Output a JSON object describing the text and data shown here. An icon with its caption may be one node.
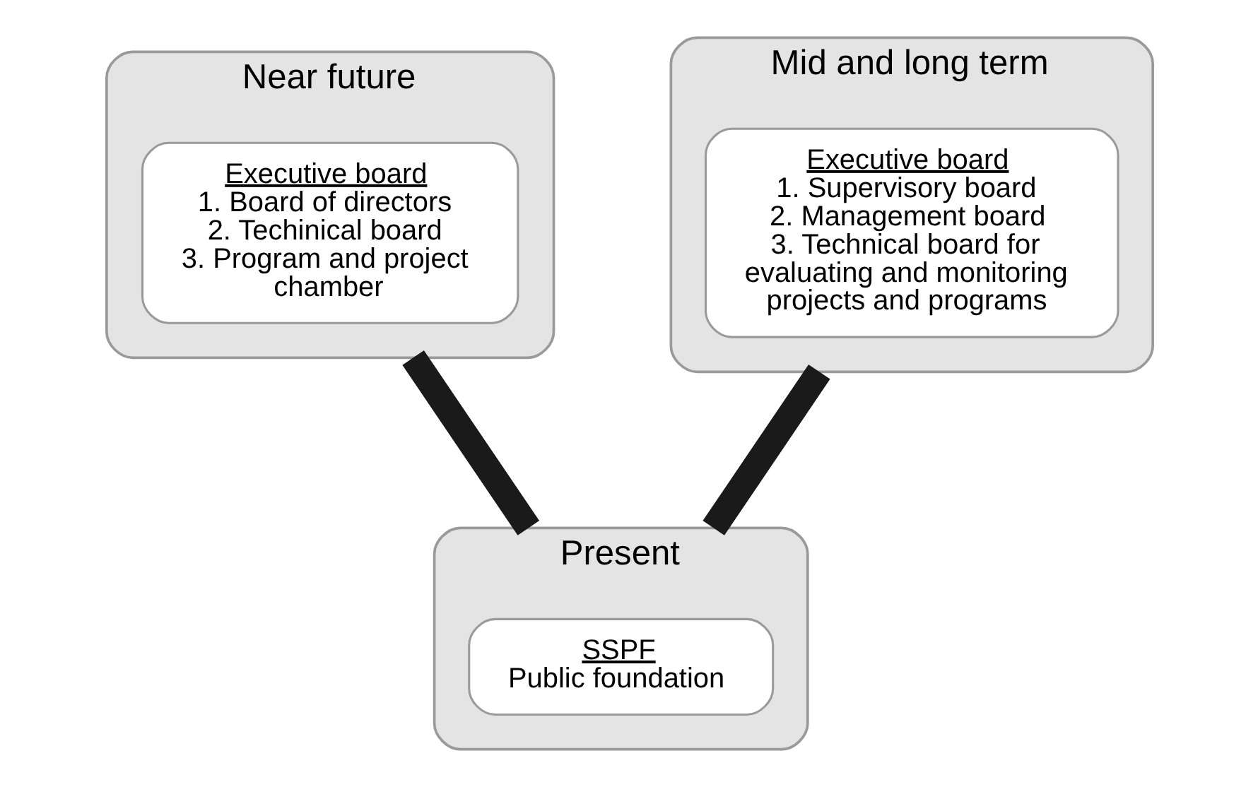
{
  "diagram": {
    "nodes": [
      {
        "text": [
          "Near future"
        ]
      },
      {
        "text": [
          "Executive board",
          "1. Board of directors",
          "2. Techinical board",
          "3. Program and project chamber"
        ],
        "in": 0
      },
      {
        "text": [
          "Mid and long term"
        ]
      },
      {
        "text": [
          "Executive board",
          "1. Supervisory board",
          "2. Management board",
          "3. Technical board for evaluating and monitoring projects and programs"
        ],
        "in": 2
      },
      {
        "text": [
          "Present"
        ]
      },
      {
        "text": [
          "SSPF",
          "Public foundation"
        ],
        "in": 4
      }
    ],
    "edges": [
      {
        "from": 4,
        "to": 0,
        "arrow": "none"
      },
      {
        "from": 4,
        "to": 2,
        "arrow": "none"
      }
    ]
  }
}
